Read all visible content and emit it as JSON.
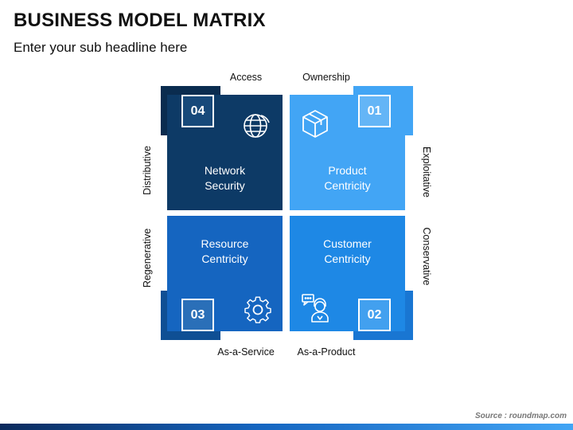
{
  "header": {
    "title": "BUSINESS MODEL MATRIX",
    "subtitle": "Enter your sub headline here"
  },
  "axes": {
    "top_left": "Access",
    "top_right": "Ownership",
    "bottom_left": "As-a-Service",
    "bottom_right": "As-a-Product",
    "left_top": "Distributive",
    "left_bottom": "Regenerative",
    "right_top": "Exploitative",
    "right_bottom": "Conservative"
  },
  "quadrants": [
    {
      "number": "04",
      "line1": "Network",
      "line2": "Security",
      "icon": "globe-icon",
      "color": "#0d3a66"
    },
    {
      "number": "01",
      "line1": "Product",
      "line2": "Centricity",
      "icon": "box-icon",
      "color": "#42a5f5"
    },
    {
      "number": "03",
      "line1": "Resource",
      "line2": "Centricity",
      "icon": "gear-icon",
      "color": "#1565c0"
    },
    {
      "number": "02",
      "line1": "Customer",
      "line2": "Centricity",
      "icon": "support-agent-icon",
      "color": "#1e88e5"
    }
  ],
  "footer": {
    "source": "Source : roundmap.com"
  }
}
